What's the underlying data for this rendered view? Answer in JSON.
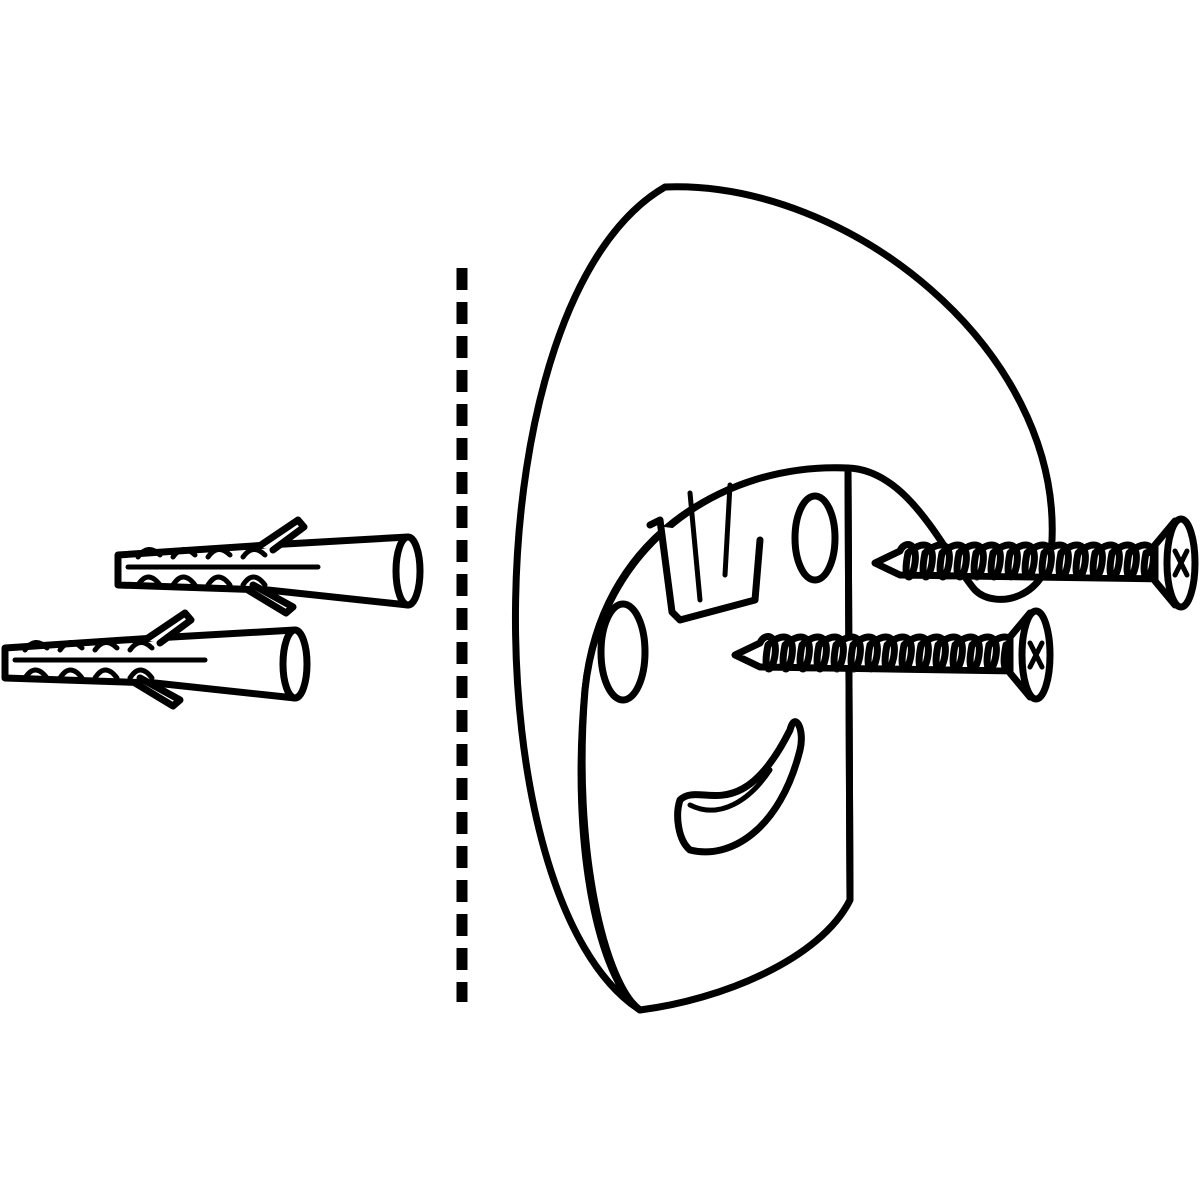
{
  "diagram": {
    "colors": {
      "line": "#000000",
      "background": "#ffffff"
    },
    "parts": [
      "wall-line",
      "hook",
      "screw",
      "screw",
      "wall-plug",
      "wall-plug"
    ]
  }
}
